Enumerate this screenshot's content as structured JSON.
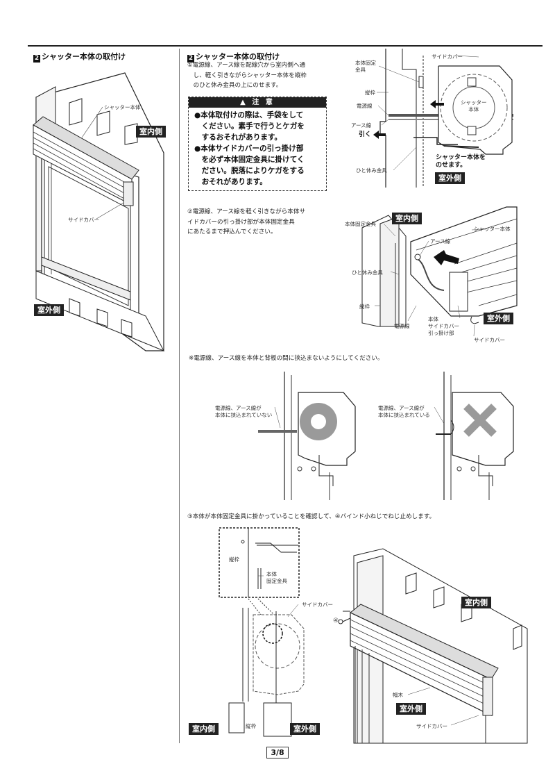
{
  "left": {
    "title_num": "2",
    "title": "シャッター本体の取付け",
    "label_body": "シャッター本体",
    "label_side_cover": "サイドカバー",
    "tag_indoor": "室内側",
    "tag_outdoor": "室外側"
  },
  "right": {
    "title_num": "2",
    "title": "シャッター本体の取付け",
    "step1": [
      "①電源線、アース線を配線穴から室内側へ通",
      "　し、軽く引きながらシャッター本体を縦枠",
      "　のひと休み金具の上にのせます。"
    ],
    "caution": {
      "head": "注 意",
      "lines": [
        "●本体取付けの際は、手袋をして",
        "　ください。素手で行うとケガを",
        "　するおそれがあります。",
        "●本体サイドカバーの引っ掛け部",
        "　を必ず本体固定金具に掛けてく",
        "　ださい。脱落によりケガをする",
        "　おそれがあります。"
      ]
    },
    "fig1": {
      "fixing_bracket": [
        "本体固定",
        "金具"
      ],
      "vertical_frame": "縦枠",
      "power_line": "電源線",
      "earth_line": "アース線",
      "pull": "引く",
      "rest_bracket": "ひと休み金具",
      "side_cover": "サイドカバー",
      "body": [
        "シャッター",
        "本体"
      ],
      "place_note": [
        "シャッター本体を",
        "のせます。"
      ],
      "tag_outdoor": "室外側"
    },
    "step2": [
      "②電源線、アース線を軽く引きながら本体サ",
      "イドカバーの引っ掛け部が本体固定金具",
      "にあたるまで押込んでください。"
    ],
    "fig2": {
      "tag_indoor": "室内側",
      "tag_outdoor": "室外側",
      "fixing_bracket": "本体固定金具",
      "body": "シャッター本体",
      "earth_line": "アース線",
      "rest_bracket": "ひと休み金具",
      "vertical_frame": "縦枠",
      "power_line": "電源線",
      "hook": [
        "本体",
        "サイドカバー",
        "引っ掛け部"
      ],
      "side_cover": "サイドカバー"
    },
    "note": "※電源線、アース線を本体と背板の間に挟込まないようにしてください。",
    "ok_label": [
      "電源線、アース線が",
      "本体に挟込まれていない"
    ],
    "ng_label": [
      "電源線、アース線が",
      "本体に挟込まれている"
    ],
    "step3": "③本体が本体固定金具に掛かっていることを確認して、④バインド小ねじでねじ止めします。",
    "fig3": {
      "vertical_frame": "縦枠",
      "fixing_bracket": [
        "本体",
        "固定金具"
      ],
      "side_cover": "サイドカバー",
      "vertical_frame2": "縦枠",
      "tag_indoor": "室内側",
      "tag_outdoor": "室外側",
      "screw_num": "④"
    },
    "fig4": {
      "tag_indoor": "室内側",
      "tag_outdoor": "室外側",
      "head_frame": "幅木",
      "side_cover": "サイドカバー"
    }
  },
  "page": "3/8",
  "colors": {
    "ok_gray": "#9a9a9a",
    "ink": "#222222"
  }
}
